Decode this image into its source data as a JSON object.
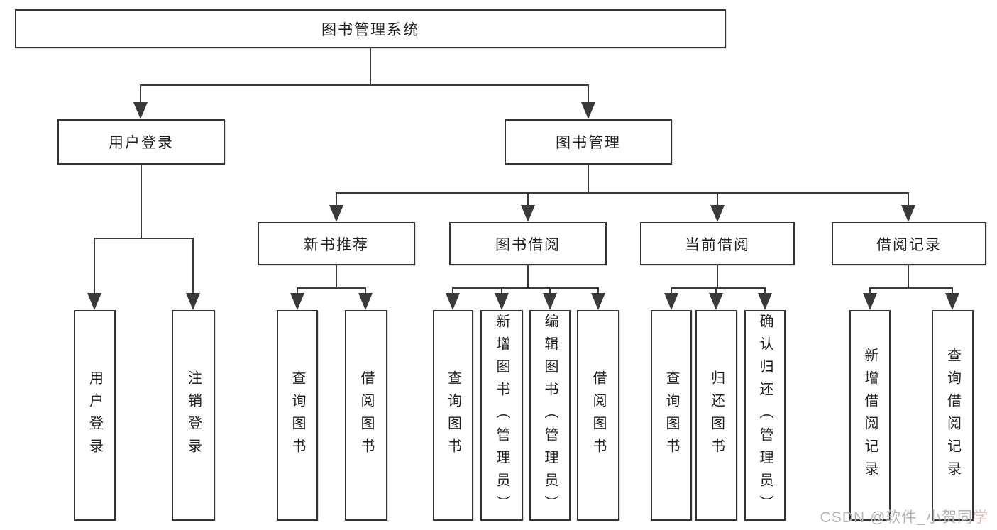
{
  "tree": {
    "root": {
      "label": "图书管理系统"
    },
    "branches": [
      {
        "label": "用户登录",
        "children": [
          {
            "label": "用户登录"
          },
          {
            "label": "注销登录"
          }
        ]
      },
      {
        "label": "图书管理",
        "sections": [
          {
            "label": "新书推荐",
            "children": [
              {
                "label": "查询图书"
              },
              {
                "label": "借阅图书"
              }
            ]
          },
          {
            "label": "图书借阅",
            "children": [
              {
                "label": "查询图书"
              },
              {
                "label": "新增图书（管理员）"
              },
              {
                "label": "编辑图书（管理员）"
              },
              {
                "label": "借阅图书"
              }
            ]
          },
          {
            "label": "当前借阅",
            "children": [
              {
                "label": "查询图书"
              },
              {
                "label": "归还图书"
              },
              {
                "label": "确认归还（管理员）"
              }
            ]
          },
          {
            "label": "借阅记录",
            "children": [
              {
                "label": "新增借阅记录"
              },
              {
                "label": "查询借阅记录"
              }
            ]
          }
        ]
      }
    ]
  },
  "colors": {
    "line": "#3a3a3a",
    "border": "#333333",
    "watermark": "#b5b5b5",
    "watermark_accent": "#e3b9b9"
  },
  "watermark": {
    "prefix": "CSDN @软件_小贺同",
    "suffix": "学"
  }
}
